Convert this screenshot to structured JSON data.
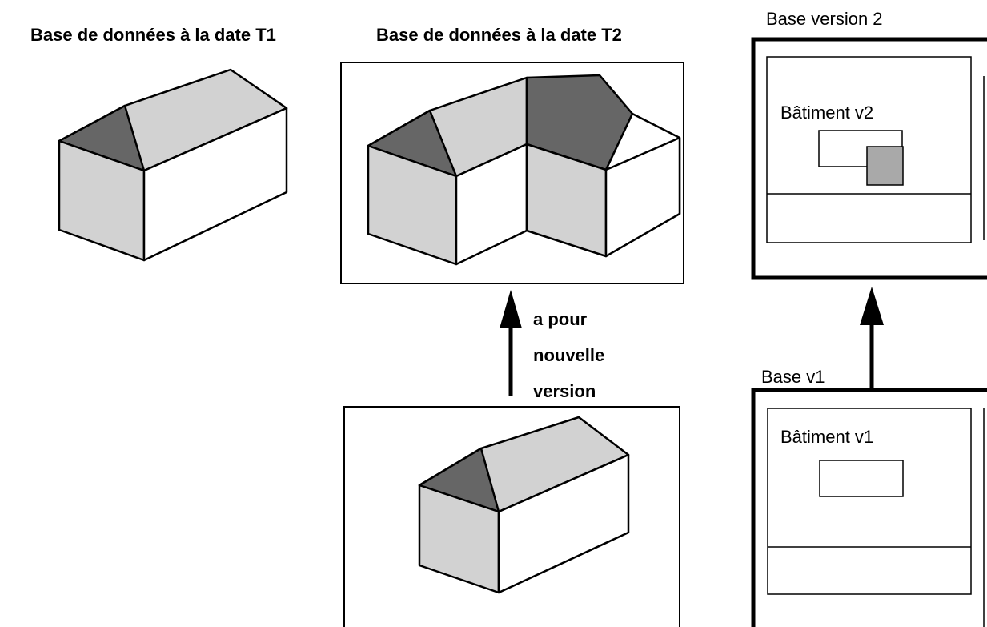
{
  "diagram": {
    "title_t1": "Base de données à la date T1",
    "title_t2": "Base de données à la date T2",
    "relation_label": [
      "a pour",
      "nouvelle",
      "version"
    ],
    "base_version2_label": "Base version 2",
    "base_v1_label": "Base v1",
    "building_v2_label": "Bâtiment v2",
    "building_v1_label": "Bâtiment v1"
  },
  "colors": {
    "face_light": "#d2d2d2",
    "face_dark": "#666666",
    "face_white": "#ffffff",
    "stroke": "#000000"
  }
}
